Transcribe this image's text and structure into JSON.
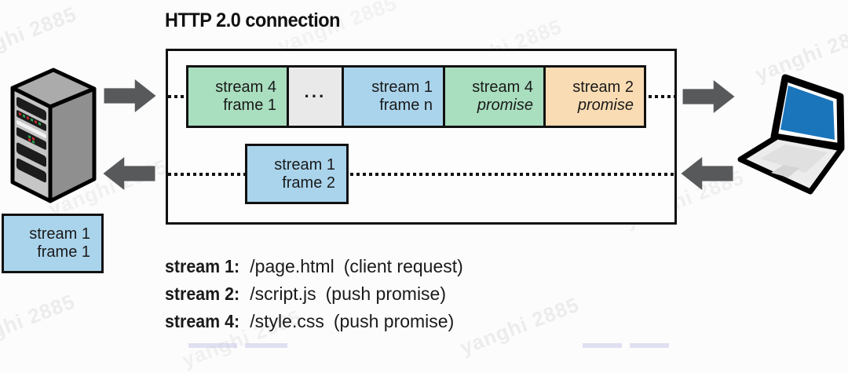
{
  "title": "HTTP 2.0 connection",
  "watermark_text": "yanghi 2885",
  "colors": {
    "frame_green": "#a9debf",
    "frame_blue": "#aad4ec",
    "frame_orange": "#fadcb4",
    "frame_gray": "#e9e9e9",
    "frame_border": "#111111",
    "arrow_gray": "#58595b",
    "laptop_screen_blue": "#1b75bb",
    "server_body_gray": "#c6c6c6"
  },
  "connection": {
    "frames": [
      {
        "line1": "stream 4",
        "line2": "frame 1"
      },
      {
        "ellipsis": "···"
      },
      {
        "line1": "stream 1",
        "line2": "frame n"
      },
      {
        "line1": "stream 4",
        "line2": "promise"
      },
      {
        "line1": "stream 2",
        "line2": "promise"
      }
    ],
    "response_frame": {
      "line1": "stream 1",
      "line2": "frame 2"
    }
  },
  "queued_frame": {
    "line1": "stream 1",
    "line2": "frame 1"
  },
  "legend": [
    {
      "label": "stream 1:",
      "path": "/page.html",
      "note": "(client request)"
    },
    {
      "label": "stream 2:",
      "path": "/script.js",
      "note": "(push promise)"
    },
    {
      "label": "stream 4:",
      "path": "/style.css",
      "note": "(push promise)"
    }
  ]
}
